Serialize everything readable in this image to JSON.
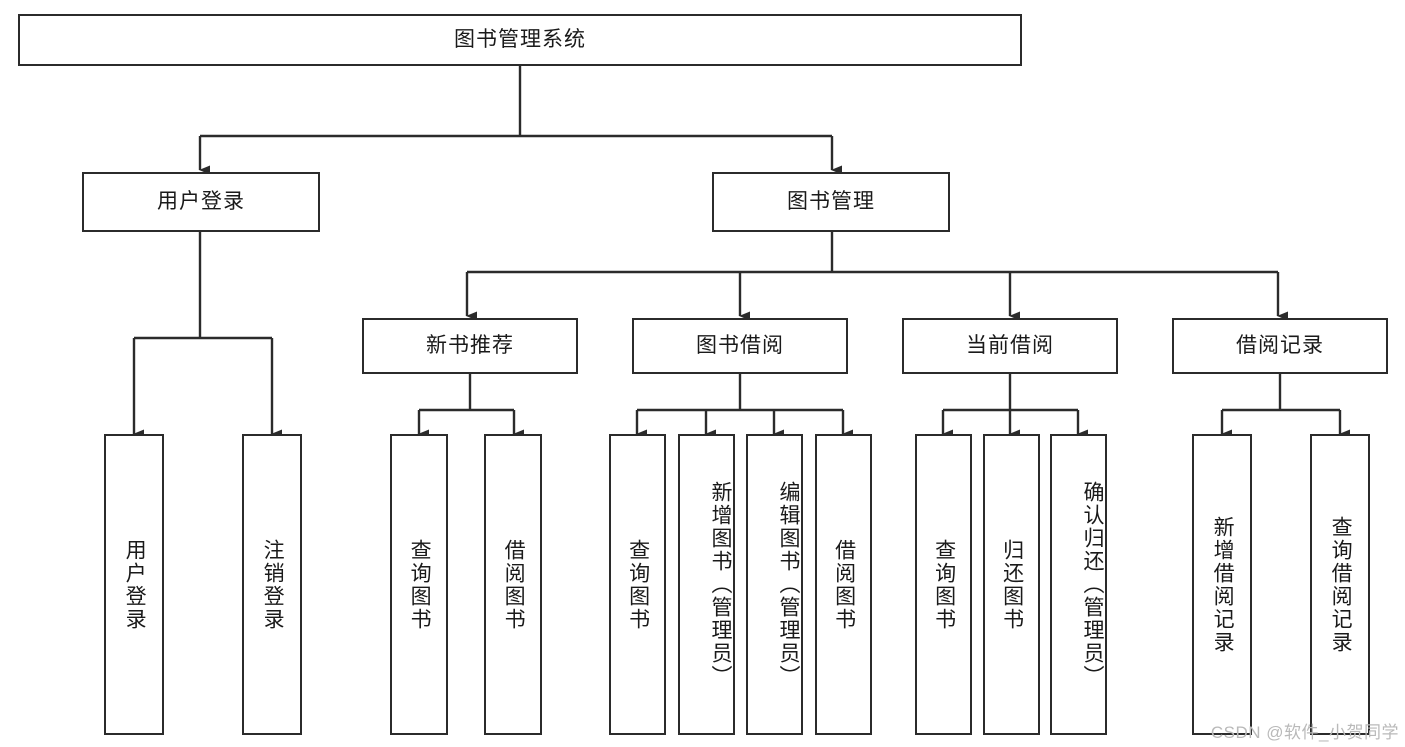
{
  "diagram": {
    "title": "图书管理系统",
    "style": {
      "line_color": "#2b2b2b",
      "box_fill": "#ffffff",
      "text_color": "#1a1a1a",
      "watermark_color": "#b9b9b9"
    },
    "root": {
      "label": "图书管理系统"
    },
    "level2": [
      {
        "label": "用户登录"
      },
      {
        "label": "图书管理"
      }
    ],
    "level3": [
      {
        "label": "新书推荐"
      },
      {
        "label": "图书借阅"
      },
      {
        "label": "当前借阅"
      },
      {
        "label": "借阅记录"
      }
    ],
    "leaves": [
      {
        "label": "用户登录"
      },
      {
        "label": "注销登录"
      },
      {
        "label": "查询图书"
      },
      {
        "label": "借阅图书"
      },
      {
        "label": "查询图书"
      },
      {
        "label": "新增图书（管理员）"
      },
      {
        "label": "编辑图书（管理员）"
      },
      {
        "label": "借阅图书"
      },
      {
        "label": "查询图书"
      },
      {
        "label": "归还图书"
      },
      {
        "label": "确认归还（管理员）"
      },
      {
        "label": "新增借阅记录"
      },
      {
        "label": "查询借阅记录"
      }
    ]
  },
  "watermark": {
    "text": "CSDN @软件_小贺同学"
  }
}
